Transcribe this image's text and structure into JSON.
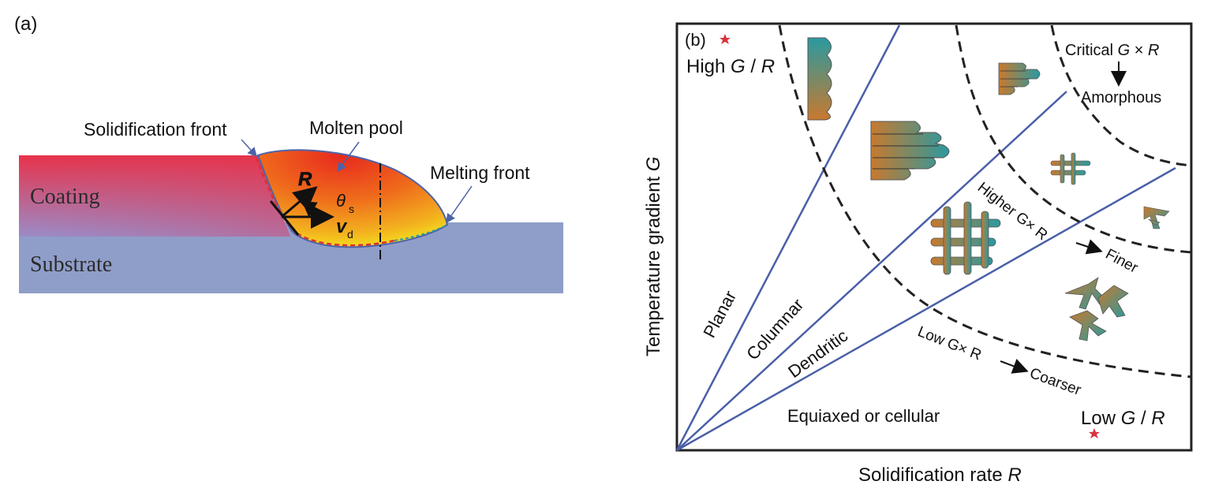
{
  "panel_a": {
    "tag": "(a)",
    "coating_label": "Coating",
    "substrate_label": "Substrate",
    "solidification_front_label": "Solidification front",
    "molten_pool_label": "Molten pool",
    "melting_front_label": "Melting front",
    "vector_r_label": "R",
    "theta_symbol": "θ",
    "theta_sub": "s",
    "vd_symbol": "v",
    "vd_sub": "d",
    "colors": {
      "coating_red": "#e8324a",
      "substrate_blue": "#8f9ec9",
      "pool_red": "#e8281e",
      "pool_orange": "#f07a1c",
      "pool_yellow": "#f4ea20",
      "front_blue": "#4d63a8"
    }
  },
  "panel_b": {
    "tag": "(b)",
    "x_axis_label": "Solidification rate ",
    "x_axis_symbol": "R",
    "y_axis_label": "Temperature gradient ",
    "y_axis_symbol": "G",
    "high_gr_text": "High ",
    "high_gr_symbol": "G",
    "high_gr_sep": " / ",
    "high_gr_symbol2": "R",
    "low_gr_text": "Low ",
    "low_gr_symbol": "G",
    "low_gr_sep": " / ",
    "low_gr_symbol2": "R",
    "critical_text": "Critical ",
    "critical_symbol": "G",
    "critical_times": " × ",
    "critical_symbol2": "R",
    "amorphous_label": "Amorphous",
    "planar_label": "Planar",
    "columnar_label": "Columnar",
    "dendritic_label": "Dendritic",
    "equiaxed_label": "Equiaxed or cellular",
    "higher_gxr_label": "Higher G× R",
    "finer_label": "Finer",
    "low_gxr_label": "Low G× R",
    "coarser_label": "Coarser",
    "colors": {
      "line_blue": "#4a5fa8",
      "star_red": "#d9333f",
      "grad_orange": "#c8792e",
      "grad_teal": "#2a9aa0"
    }
  }
}
